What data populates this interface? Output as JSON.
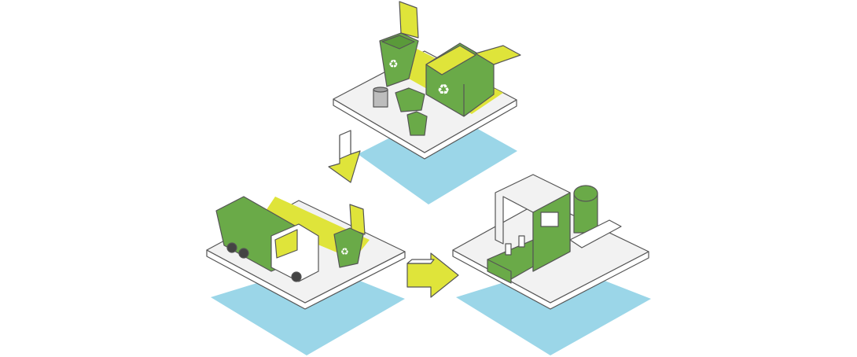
{
  "colors": {
    "green": "#6aaa48",
    "yellow": "#dfe43a",
    "water": "#9bd6e8",
    "platform": "#f2f2f2",
    "outline": "#555555"
  },
  "stages": [
    {
      "id": "collection-bins",
      "icons": [
        "wheelie-bin-icon",
        "dumpster-icon",
        "small-bin-icon",
        "metal-trash-can-icon",
        "recycle-symbol-icon"
      ]
    },
    {
      "id": "garbage-truck",
      "icons": [
        "garbage-truck-icon",
        "wheelie-bin-icon",
        "recycle-symbol-icon"
      ]
    },
    {
      "id": "recycling-plant",
      "icons": [
        "conveyor-belt-icon",
        "sorting-machine-icon",
        "tank-icon",
        "bottle-icon"
      ]
    }
  ],
  "arrows": [
    "arrow-down-icon",
    "arrow-right-icon"
  ]
}
